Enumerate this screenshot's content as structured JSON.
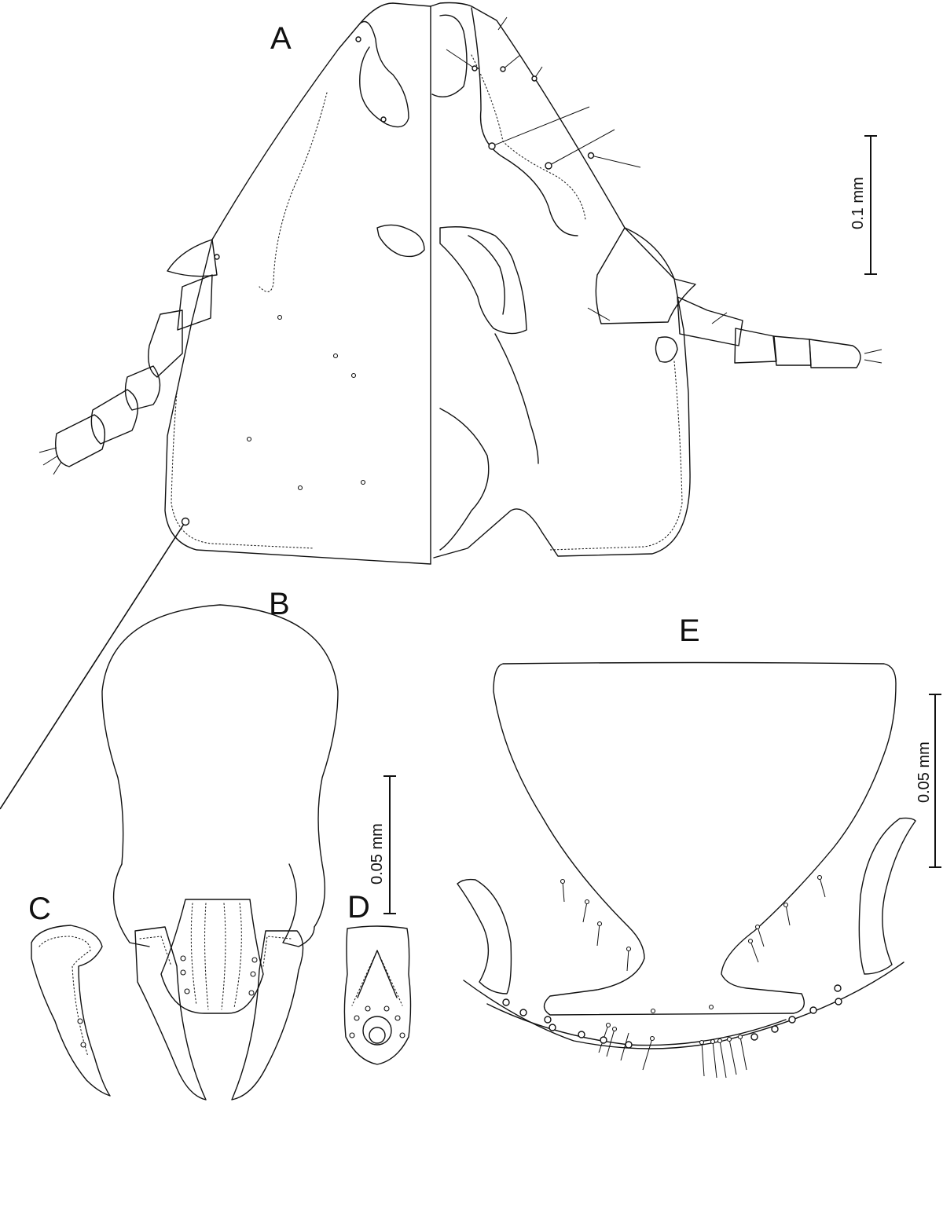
{
  "figure": {
    "panels": [
      {
        "id": "A",
        "label": "A"
      },
      {
        "id": "B",
        "label": "B"
      },
      {
        "id": "C",
        "label": "C"
      },
      {
        "id": "D",
        "label": "D"
      },
      {
        "id": "E",
        "label": "E"
      }
    ],
    "scale_bars": {
      "panel_a": "0.1 mm",
      "panel_b": "0.05 mm",
      "panel_e": "0.05 mm"
    },
    "colors": {
      "ink": "#111111",
      "background": "#ffffff"
    }
  }
}
